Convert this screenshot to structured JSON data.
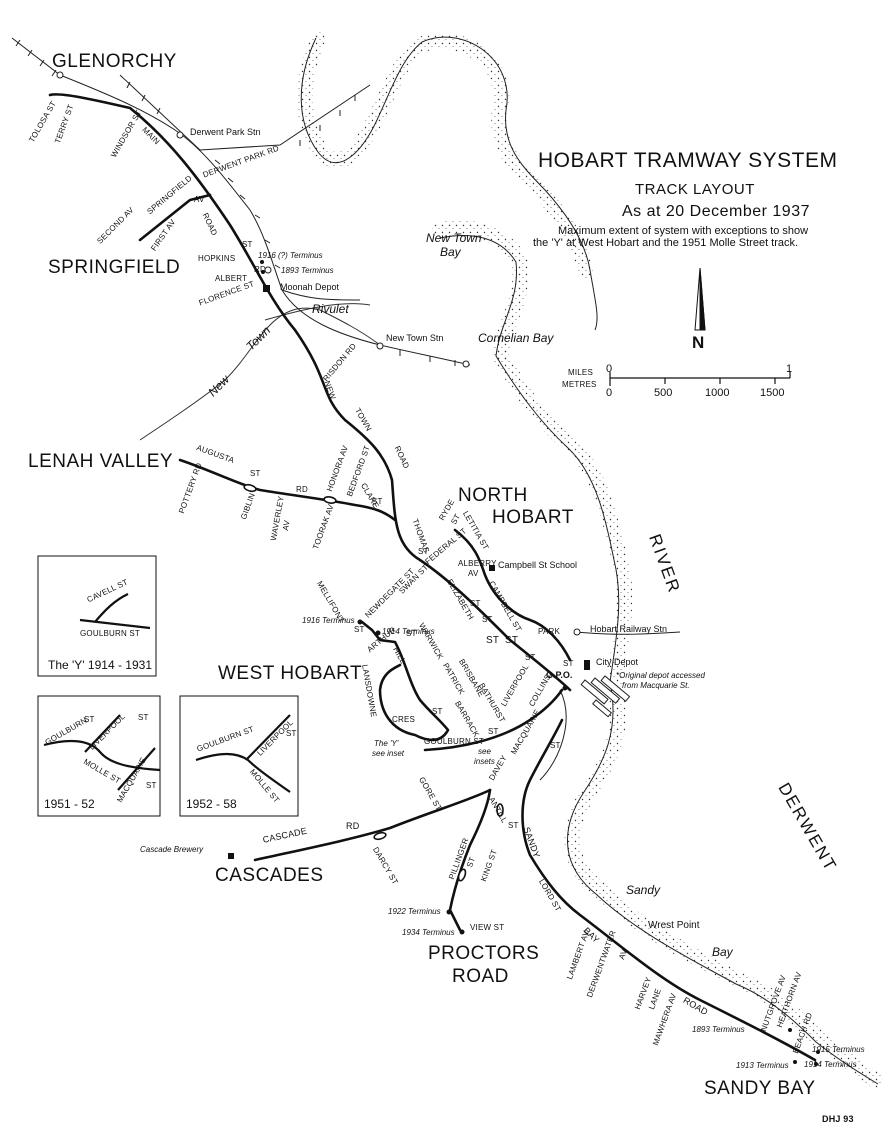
{
  "title": {
    "line1": "HOBART TRAMWAY SYSTEM",
    "line2": "TRACK LAYOUT",
    "line3": "As at 20 December 1937",
    "note1": "Maximum extent of system with exceptions to show",
    "note2": "the 'Y' at West Hobart and the 1951 Molle Street track."
  },
  "north_arrow": {
    "label": "N"
  },
  "scale": {
    "miles_label": "MILES",
    "metres_label": "METRES",
    "miles_ticks": [
      "0",
      "1"
    ],
    "metres_ticks": [
      "0",
      "500",
      "1000",
      "1500"
    ]
  },
  "regions": {
    "glenorchy": "GLENORCHY",
    "springfield": "SPRINGFIELD",
    "lenah_valley": "LENAH VALLEY",
    "north_hobart_1": "NORTH",
    "north_hobart_2": "HOBART",
    "west_hobart": "WEST HOBART",
    "cascades": "CASCADES",
    "proctors_1": "PROCTORS",
    "proctors_2": "ROAD",
    "sandy_bay": "SANDY BAY"
  },
  "water": {
    "new_town_bay_1": "New Town",
    "new_town_bay_2": "Bay",
    "cornelian_bay": "Cornelian Bay",
    "river": "RIVER",
    "derwent": "DERWENT",
    "sandy_bay_water_1": "Sandy",
    "sandy_bay_water_2": "Bay",
    "rivulet": "Rivulet",
    "new_town_rivulet_1": "New",
    "new_town_rivulet_2": "Town"
  },
  "stations": {
    "derwent_park": "Derwent Park Stn",
    "new_town": "New Town Stn",
    "hobart_railway": "Hobart Railway Stn"
  },
  "places": {
    "moonah_depot": "Moonah Depot",
    "campbell_st_school": "Campbell St School",
    "city_depot": "City Depot",
    "original_depot_1": "*Original depot accessed",
    "original_depot_2": "from Macquarie St.",
    "gpo": "G.P.O.",
    "cascade_brewery": "Cascade Brewery",
    "wrest_point": "Wrest Point",
    "y_inset_1": "The 'Y'",
    "y_inset_2": "see inset",
    "see_insets_1": "see",
    "see_insets_2": "insets"
  },
  "termini": {
    "t1916_moonah": "1916 (?) Terminus",
    "t1893_moonah": "1893 Terminus",
    "t1916_west": "1916 Terminus",
    "t1914_west": "1914 Terminus",
    "t1922": "1922 Terminus",
    "t1934": "1934 Terminus",
    "t1893_sandy": "1893 Terminus",
    "t1913": "1913 Terminus",
    "t1914_sandy": "1914 Terminus",
    "t1915": "1915 Terminus"
  },
  "streets": {
    "tolosa": "TOLOSA ST",
    "terry": "TERRY ST",
    "windsor": "WINDSOR ST",
    "main": "MAIN",
    "road_main": "ROAD",
    "derwent_park_rd": "DERWENT PARK RD",
    "springfield": "SPRINGFIELD",
    "springfield_av": "AV",
    "second_av": "SECOND AV",
    "first_av": "FIRST AV",
    "hopkins": "HOPKINS",
    "hopkins_st": "ST",
    "albert": "ALBERT",
    "albert_rd": "RD",
    "florence": "FLORENCE ST",
    "risdon": "RISDON RD",
    "new": "NEW",
    "town": "TOWN",
    "road_nt": "ROAD",
    "augusta": "AUGUSTA",
    "augusta_st": "ST",
    "augusta_rd": "RD",
    "pottery": "POTTERY RD",
    "giblin": "GIBLIN",
    "waverley": "WAVERLEY",
    "waverley_av": "AV",
    "toorak": "TOORAK AV",
    "honora": "HONORA AV",
    "bedford": "BEDFORD ST",
    "clare": "CLARE",
    "clare_st": "ST",
    "ryde": "RYDE",
    "ryde_st": "ST",
    "letitia": "LETITIA ST",
    "thomas": "THOMAS",
    "thomas_st": "ST",
    "federal": "FEDERAL ST",
    "alberry": "ALBERRY",
    "alberry_av": "AV",
    "swan": "SWAN ST",
    "elizabeth": "ELIZABETH",
    "campbell": "CAMPBELL ST",
    "mellifont": "MELLIFONT",
    "mellifont_st": "ST",
    "newdegate": "NEWDEGATE ST",
    "arthur": "ARTHUR",
    "hill": "HILL",
    "hill_st": "ST",
    "lansdowne": "LANSDOWNE",
    "cres": "CRES",
    "warwick": "WARWICK",
    "warwick_st": "ST",
    "patrick": "PATRICK",
    "patrick_st": "ST",
    "brisbane": "BRISBANE",
    "brisbane_st": "ST",
    "bathurst": "BATHURST",
    "bathurst_st": "ST",
    "barrack": "BARRACK",
    "barrack_st": "ST",
    "liverpool": "LIVERPOOL",
    "liverpool_st": "ST",
    "collins": "COLLINS",
    "collins_st": "ST",
    "park": "PARK",
    "park_st": "ST",
    "goulburn": "GOULBURN ST",
    "macquarie": "MACQUARIE",
    "davey": "DAVEY",
    "davey_st": "ST",
    "gore": "GORE ST",
    "antill": "ANTILL",
    "antill_st": "ST",
    "cascade": "CASCADE",
    "cascade_rd": "RD",
    "darcy": "DARCY ST",
    "pillinger": "PILLINGER",
    "pillinger_st": "ST",
    "king": "KING ST",
    "view": "VIEW ST",
    "sandy": "SANDY",
    "lord": "LORD ST",
    "bay": "BAY",
    "lambert": "LAMBERT AV",
    "derwentwater": "DERWENTWATER",
    "derwentwater_av": "AV",
    "harvey": "HARVEY",
    "lane": "LANE",
    "mawhera": "MAWHERA AV",
    "road_sandy": "ROAD",
    "nutgrove": "NUTGROVE AV",
    "heathorn": "HEATHORN AV",
    "beach": "BEACH RD"
  },
  "insets": {
    "y": {
      "caption": "The 'Y' 1914 - 1931",
      "cavell": "CAVELL ST",
      "goulburn": "GOULBURN ST"
    },
    "i1951": {
      "caption": "1951 - 52",
      "goulburn": "GOULBURN",
      "goulburn_st": "ST",
      "liverpool": "LIVERPOOL",
      "liverpool_st": "ST",
      "molle": "MOLLE ST",
      "macquarie": "MACQUARIE",
      "macquarie_st": "ST"
    },
    "i1952": {
      "caption": "1952 - 58",
      "goulburn": "GOULBURN ST",
      "liverpool": "LIVERPOOL",
      "liverpool_st": "ST",
      "molle": "MOLLE ST"
    }
  },
  "credit": "DHJ 93"
}
